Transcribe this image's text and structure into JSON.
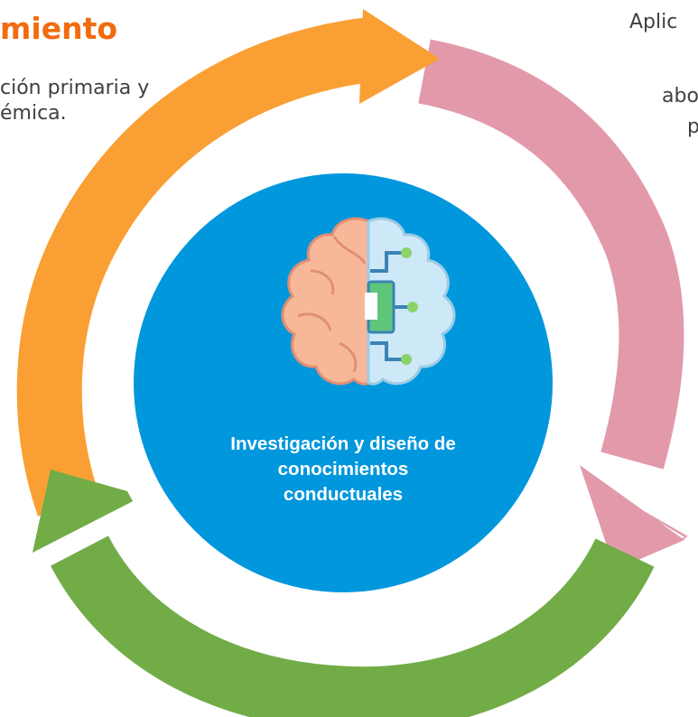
{
  "left": {
    "title": "miento",
    "lines": [
      "ción primaria y",
      "émica."
    ]
  },
  "right": {
    "lines": [
      "Aplic",
      "abo",
      "p"
    ]
  },
  "center": {
    "lines": [
      "Investigación y diseño de",
      "conocimientos",
      "conductuales"
    ],
    "icon": "brain-circuit-icon"
  },
  "colors": {
    "orange_arrow": "#fa9f33",
    "pink_arrow": "#e29aaa",
    "green_arrow": "#71ac47",
    "center_circle": "#0097dd",
    "title_orange": "#f26b10"
  }
}
